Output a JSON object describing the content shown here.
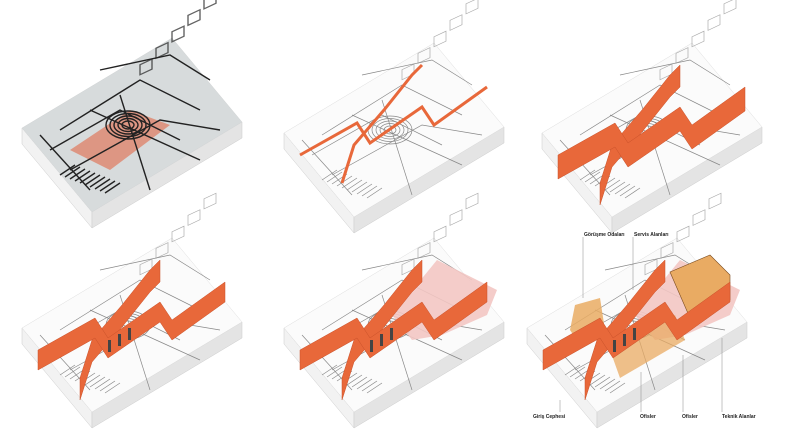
{
  "title": "Diagram sequence showing the concept development",
  "colors": {
    "ribbon": "#e8683a",
    "ribbon_dark": "#c9512a",
    "pink": "#f3c6c3",
    "tan": "#e9ab63",
    "tan_dark": "#7a4a1e",
    "slab_side": "#e4e4e4",
    "sketch": "#333333"
  },
  "labels": {
    "gorusme": "Görüşme Odaları",
    "servis": "Servis Alanları",
    "giris": "Giriş Cephesi",
    "ofisler1": "Ofisler",
    "ofisler2": "Ofisler",
    "teknik": "Teknik Alanlar"
  }
}
